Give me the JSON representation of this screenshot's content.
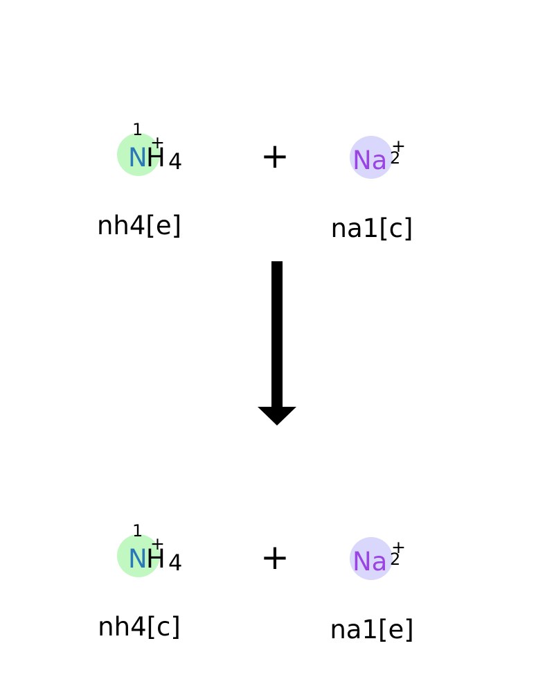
{
  "reaction": {
    "reactants": [
      {
        "label": "nh4[e]",
        "element": "N",
        "hydrogen": "H",
        "hydrogen_count": "4",
        "isotope_index": "1",
        "charge": "+",
        "highlight_color": "#c1f8c1",
        "element_color": "#2a78b8"
      },
      {
        "label": "na1[c]",
        "element": "Na",
        "stoich": "2",
        "charge": "+",
        "highlight_color": "#d9d7fb",
        "element_color": "#9a44e3"
      }
    ],
    "products": [
      {
        "label": "nh4[c]",
        "element": "N",
        "hydrogen": "H",
        "hydrogen_count": "4",
        "isotope_index": "1",
        "charge": "+",
        "highlight_color": "#c1f8c1",
        "element_color": "#2a78b8"
      },
      {
        "label": "na1[e]",
        "element": "Na",
        "stoich": "2",
        "charge": "+",
        "highlight_color": "#d9d7fb",
        "element_color": "#9a44e3"
      }
    ],
    "operator": "+",
    "arrow_direction": "down",
    "arrow_color": "#000000"
  }
}
